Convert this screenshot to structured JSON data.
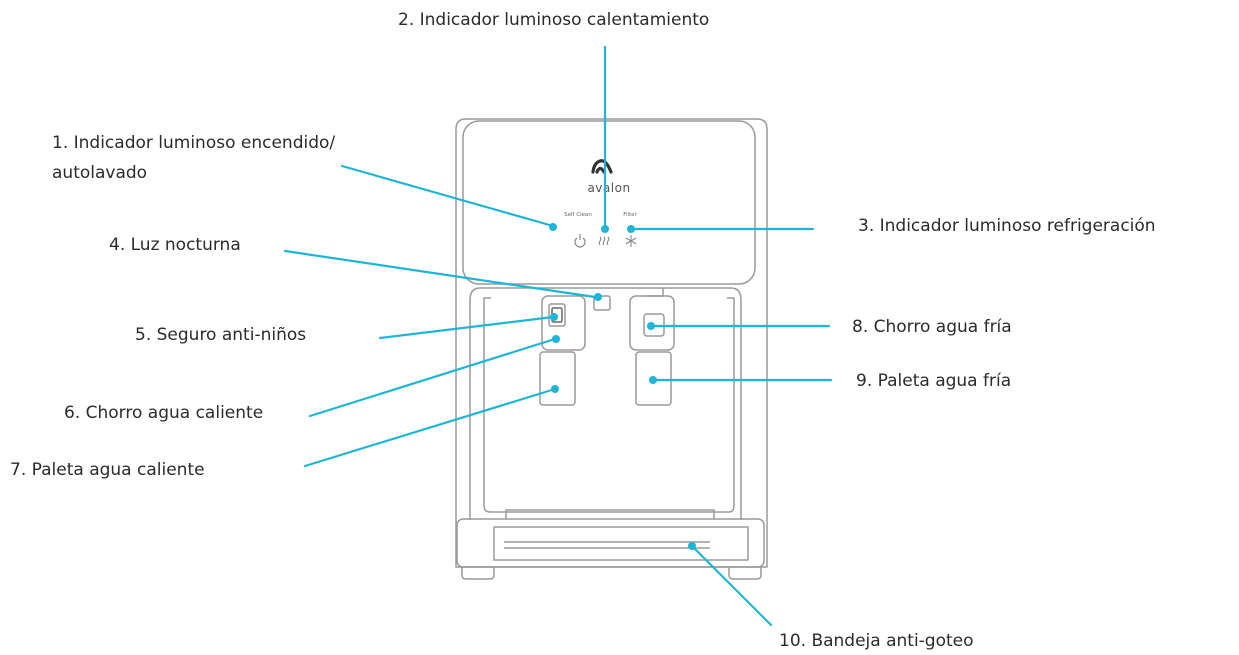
{
  "brand": {
    "name": "avalon",
    "self_clean": "Self Clean",
    "filter": "Filter"
  },
  "labels": {
    "l1a": "1. Indicador luminoso encendido/",
    "l1b": "autolavado",
    "l2": "2. Indicador luminoso calentamiento",
    "l3": "3. Indicador luminoso refrigeración",
    "l4": "4. Luz nocturna",
    "l5": "5. Seguro anti-niños",
    "l6": "6. Chorro agua caliente",
    "l7": "7. Paleta agua caliente",
    "l8": "8. Chorro agua fría",
    "l9": "9. Paleta agua fría",
    "l10": "10. Bandeja anti-goteo"
  },
  "icons": {
    "power": "power-icon",
    "heat": "heat-waves-icon",
    "cold": "snowflake-icon"
  },
  "colors": {
    "leader": "#1fb5d6",
    "outline": "#9a9a9a",
    "text": "#2b2b2b"
  }
}
